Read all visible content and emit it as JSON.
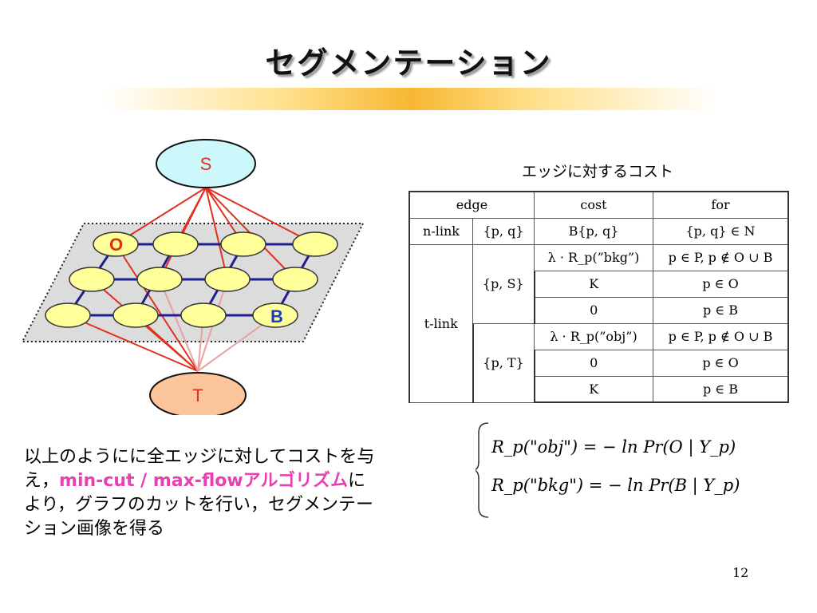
{
  "slide": {
    "title": "セグメンテーション",
    "page_number": "12"
  },
  "diagram": {
    "source_node": "S",
    "sink_node": "T",
    "object_seed": "O",
    "background_seed": "B",
    "colors": {
      "source_fill": "#ccf7fb",
      "sink_fill": "#fbc49b",
      "pixel_fill": "#ffff99",
      "grid_edge": "#1f1f8f",
      "source_link": "#e0301e",
      "sink_link_strong": "#e0301e",
      "sink_link_weak": "#e8a0a0",
      "object_label": "#e03010",
      "background_label": "#1a3acc"
    }
  },
  "table": {
    "caption": "エッジに対するコスト",
    "headers": {
      "edge": "edge",
      "cost": "cost",
      "for": "for"
    },
    "nlink": {
      "label": "n-link",
      "pair": "{p, q}",
      "cost": "B{p, q}",
      "condition": "{p, q} ∈ N"
    },
    "tlink": {
      "label": "t-link",
      "source_pair": "{p, S}",
      "sink_pair": "{p, T}",
      "source_rows": [
        {
          "cost": "λ · R_p(”bkg”)",
          "condition": "p ∈ P, p ∉ O ∪ B"
        },
        {
          "cost": "K",
          "condition": "p ∈ O"
        },
        {
          "cost": "0",
          "condition": "p ∈ B"
        }
      ],
      "sink_rows": [
        {
          "cost": "λ · R_p(”obj”)",
          "condition": "p ∈ P, p ∉ O ∪ B"
        },
        {
          "cost": "0",
          "condition": "p ∈ O"
        },
        {
          "cost": "K",
          "condition": "p ∈ B"
        }
      ]
    }
  },
  "description": {
    "part1": "以上のようにに全エッジに対してコストを与え，",
    "highlight": "min-cut / max-flowアルゴリズム",
    "part2": "により，グラフのカットを行い，セグメンテーション画像を得る"
  },
  "formulas": {
    "obj": "R_p(\"obj\") = − ln Pr(O | Y_p)",
    "bkg": "R_p(\"bkg\") = − ln Pr(B | Y_p)"
  }
}
